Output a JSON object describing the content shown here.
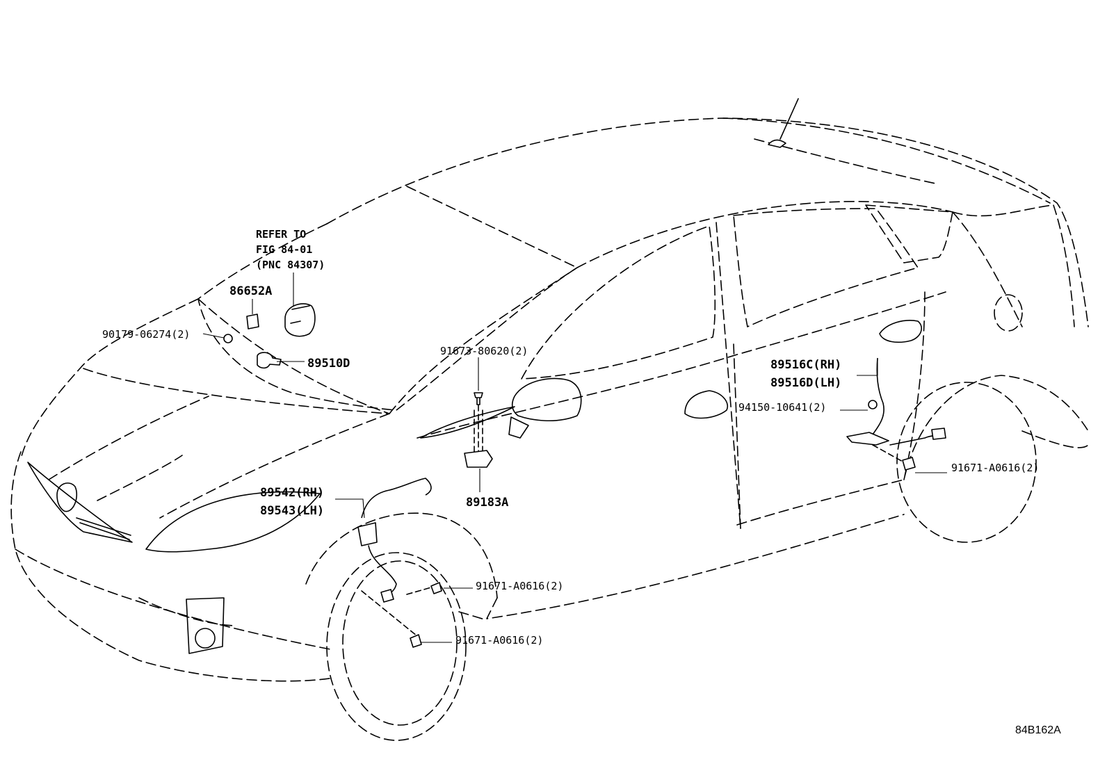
{
  "illustration_code": "84B162A",
  "refer_note": {
    "line1": "REFER TO",
    "line2": "FIG 84-01",
    "line3": "(PNC 84307)"
  },
  "callouts": {
    "c86652a": "86652A",
    "c90179": "90179-06274(2)",
    "c89510d": "89510D",
    "c91673": "91673-80620(2)",
    "c89183a": "89183A",
    "c89542": "89542(RH)",
    "c89543": "89543(LH)",
    "c91671_front_upper": "91671-A0616(2)",
    "c91671_front_lower": "91671-A0616(2)",
    "c89516c": "89516C(RH)",
    "c89516d": "89516D(LH)",
    "c94150": "94150-10641(2)",
    "c91671_rear": "91671-A0616(2)"
  }
}
